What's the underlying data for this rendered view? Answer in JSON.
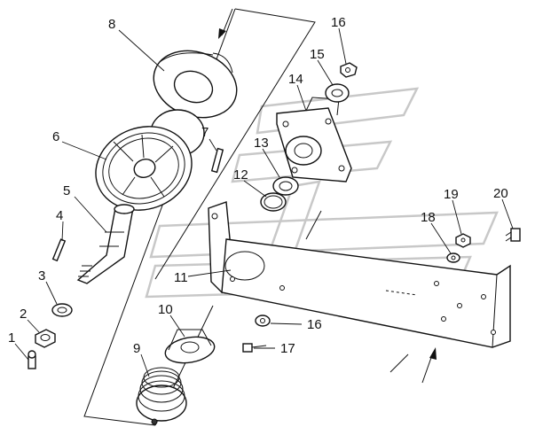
{
  "callouts": [
    {
      "id": "1",
      "label": "1"
    },
    {
      "id": "2",
      "label": "2"
    },
    {
      "id": "3",
      "label": "3"
    },
    {
      "id": "4",
      "label": "4"
    },
    {
      "id": "5",
      "label": "5"
    },
    {
      "id": "6",
      "label": "6"
    },
    {
      "id": "7",
      "label": "7"
    },
    {
      "id": "8",
      "label": "8"
    },
    {
      "id": "9",
      "label": "9"
    },
    {
      "id": "10",
      "label": "10"
    },
    {
      "id": "11",
      "label": "11"
    },
    {
      "id": "12",
      "label": "12"
    },
    {
      "id": "13",
      "label": "13"
    },
    {
      "id": "14",
      "label": "14"
    },
    {
      "id": "15",
      "label": "15"
    },
    {
      "id": "16a",
      "label": "16"
    },
    {
      "id": "16b",
      "label": "16"
    },
    {
      "id": "17",
      "label": "17"
    },
    {
      "id": "18",
      "label": "18"
    },
    {
      "id": "19",
      "label": "19"
    },
    {
      "id": "20",
      "label": "20"
    }
  ],
  "colors": {
    "line": "#111111",
    "background": "#ffffff",
    "watermark": "#c8c8c8"
  }
}
